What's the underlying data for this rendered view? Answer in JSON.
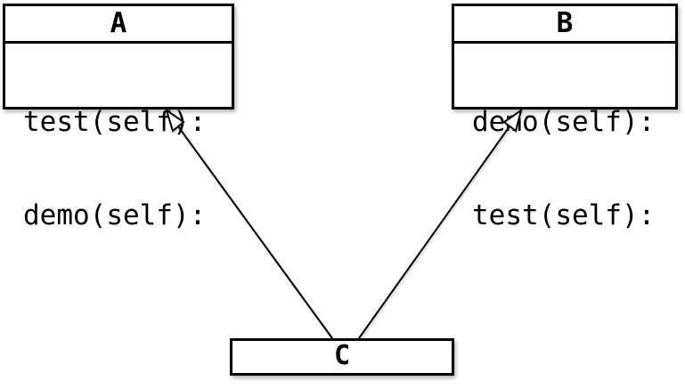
{
  "diagram": {
    "type": "uml-class-diagram",
    "classes": [
      {
        "name": "A",
        "members": [
          "test(self):",
          "demo(self):"
        ]
      },
      {
        "name": "B",
        "members": [
          "demo(self):",
          "test(self):"
        ]
      },
      {
        "name": "C",
        "members": []
      }
    ],
    "relations": [
      {
        "from": "C",
        "to": "A",
        "type": "inheritance"
      },
      {
        "from": "C",
        "to": "B",
        "type": "inheritance"
      }
    ],
    "colors": {
      "background": "#ffffff",
      "box_fill": "#ffffff",
      "line": "#000000",
      "arrowhead_fill": "#ffffff"
    }
  }
}
